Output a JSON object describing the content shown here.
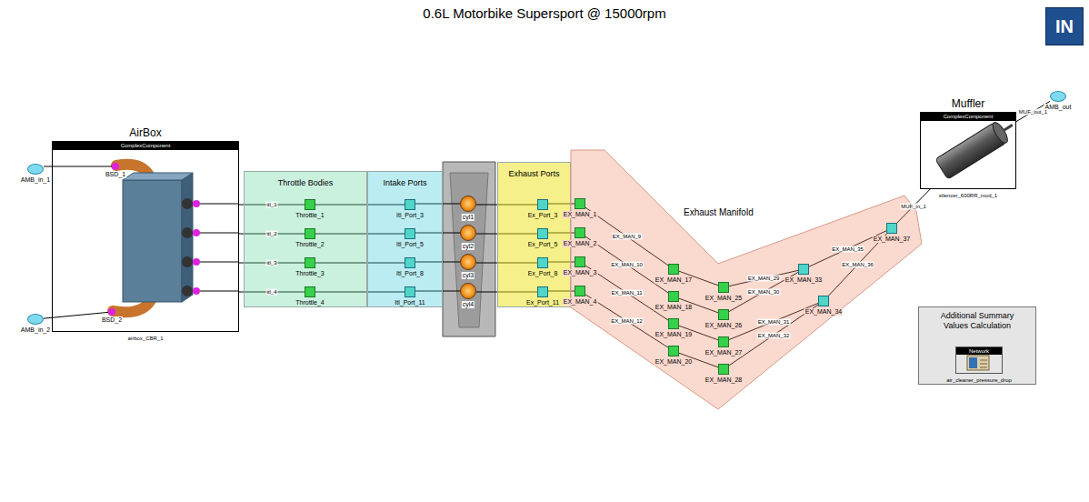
{
  "diagram": {
    "title": "0.6L Motorbike Supersport @ 15000rpm",
    "nodes": [
      {
        "text": [
          "AirBox",
          "ComplexComponent",
          "airbox_CBR_1"
        ]
      },
      {
        "text": [
          "AMB_in_1"
        ]
      },
      {
        "text": [
          "BSD_1"
        ],
        "in": 0
      },
      {
        "text": [
          "AMB_in_2"
        ]
      },
      {
        "text": [
          "BSD_2"
        ],
        "in": 0
      },
      {
        "text": [
          "Throttle Bodies"
        ]
      },
      {
        "text": [
          "Throttle_1"
        ],
        "in": 5
      },
      {
        "text": [
          "Throttle_2"
        ],
        "in": 5
      },
      {
        "text": [
          "Throttle_3"
        ],
        "in": 5
      },
      {
        "text": [
          "Throttle_4"
        ],
        "in": 5
      },
      {
        "text": [
          "Intake Ports"
        ]
      },
      {
        "text": [
          "Itl_Port_3"
        ],
        "in": 10
      },
      {
        "text": [
          "Itl_Port_5"
        ],
        "in": 10
      },
      {
        "text": [
          "Itl_Port_8"
        ],
        "in": 10
      },
      {
        "text": [
          "Itl_Port_11"
        ],
        "in": 10
      },
      {
        "text": [
          "cyl1"
        ]
      },
      {
        "text": [
          "cyl2"
        ]
      },
      {
        "text": [
          "cyl3"
        ]
      },
      {
        "text": [
          "cyl4"
        ]
      },
      {
        "text": [
          "Exhaust Ports"
        ]
      },
      {
        "text": [
          "Ex_Port_3"
        ],
        "in": 19
      },
      {
        "text": [
          "Ex_Port_5"
        ],
        "in": 19
      },
      {
        "text": [
          "Ex_Port_8"
        ],
        "in": 19
      },
      {
        "text": [
          "Ex_Port_11"
        ],
        "in": 19
      },
      {
        "text": [
          "Exhaust Manifold"
        ]
      },
      {
        "text": [
          "EX_MAN_1"
        ],
        "in": 24
      },
      {
        "text": [
          "EX_MAN_2"
        ],
        "in": 24
      },
      {
        "text": [
          "EX_MAN_3"
        ],
        "in": 24
      },
      {
        "text": [
          "EX_MAN_4"
        ],
        "in": 24
      },
      {
        "text": [
          "EX_MAN_17"
        ],
        "in": 24
      },
      {
        "text": [
          "EX_MAN_18"
        ],
        "in": 24
      },
      {
        "text": [
          "EX_MAN_19"
        ],
        "in": 24
      },
      {
        "text": [
          "EX_MAN_20"
        ],
        "in": 24
      },
      {
        "text": [
          "EX_MAN_25"
        ],
        "in": 24
      },
      {
        "text": [
          "EX_MAN_26"
        ],
        "in": 24
      },
      {
        "text": [
          "EX_MAN_27"
        ],
        "in": 24
      },
      {
        "text": [
          "EX_MAN_28"
        ],
        "in": 24
      },
      {
        "text": [
          "EX_MAN_33"
        ],
        "in": 24
      },
      {
        "text": [
          "EX_MAN_34"
        ],
        "in": 24
      },
      {
        "text": [
          "EX_MAN_37"
        ],
        "in": 24
      },
      {
        "text": [
          "Muffler",
          "ComplexComponent",
          "silencer_600RR_mod_1"
        ]
      },
      {
        "text": [
          "AMB_out"
        ]
      },
      {
        "text": [
          "Additional Summary Values Calculation"
        ]
      },
      {
        "text": [
          "Network",
          "air_cleaner_pressure_drop"
        ],
        "in": 42
      }
    ],
    "edges": [
      {
        "from": 1,
        "to": 2,
        "arrow": "none"
      },
      {
        "from": 3,
        "to": 4,
        "arrow": "none"
      },
      {
        "from": 0,
        "to": 6,
        "label": "itl_1",
        "arrow": "none"
      },
      {
        "from": 0,
        "to": 7,
        "label": "itl_2",
        "arrow": "none"
      },
      {
        "from": 0,
        "to": 8,
        "label": "itl_3",
        "arrow": "none"
      },
      {
        "from": 0,
        "to": 9,
        "label": "itl_4",
        "arrow": "none"
      },
      {
        "from": 6,
        "to": 11,
        "arrow": "none"
      },
      {
        "from": 7,
        "to": 12,
        "arrow": "none"
      },
      {
        "from": 8,
        "to": 13,
        "arrow": "none"
      },
      {
        "from": 9,
        "to": 14,
        "arrow": "none"
      },
      {
        "from": 11,
        "to": 15,
        "arrow": "none"
      },
      {
        "from": 12,
        "to": 16,
        "arrow": "none"
      },
      {
        "from": 13,
        "to": 17,
        "arrow": "none"
      },
      {
        "from": 14,
        "to": 18,
        "arrow": "none"
      },
      {
        "from": 15,
        "to": 20,
        "arrow": "none"
      },
      {
        "from": 16,
        "to": 21,
        "arrow": "none"
      },
      {
        "from": 17,
        "to": 22,
        "arrow": "none"
      },
      {
        "from": 18,
        "to": 23,
        "arrow": "none"
      },
      {
        "from": 20,
        "to": 25,
        "arrow": "none"
      },
      {
        "from": 21,
        "to": 26,
        "arrow": "none"
      },
      {
        "from": 22,
        "to": 27,
        "arrow": "none"
      },
      {
        "from": 23,
        "to": 28,
        "arrow": "none"
      },
      {
        "from": 25,
        "to": 29,
        "label": "EX_MAN_9",
        "arrow": "none"
      },
      {
        "from": 26,
        "to": 30,
        "label": "EX_MAN_10",
        "arrow": "none"
      },
      {
        "from": 27,
        "to": 31,
        "label": "EX_MAN_11",
        "arrow": "none"
      },
      {
        "from": 28,
        "to": 32,
        "label": "EX_MAN_12",
        "arrow": "none"
      },
      {
        "from": 29,
        "to": 33,
        "arrow": "none"
      },
      {
        "from": 30,
        "to": 34,
        "arrow": "none"
      },
      {
        "from": 31,
        "to": 35,
        "arrow": "none"
      },
      {
        "from": 32,
        "to": 36,
        "arrow": "none"
      },
      {
        "from": 33,
        "to": 37,
        "label": "EX_MAN_29",
        "arrow": "none"
      },
      {
        "from": 34,
        "to": 37,
        "label": "EX_MAN_30",
        "arrow": "none"
      },
      {
        "from": 35,
        "to": 38,
        "label": "EX_MAN_31",
        "arrow": "none"
      },
      {
        "from": 36,
        "to": 38,
        "label": "EX_MAN_32",
        "arrow": "none"
      },
      {
        "from": 37,
        "to": 39,
        "label": "EX_MAN_35",
        "arrow": "none"
      },
      {
        "from": 38,
        "to": 39,
        "label": "EX_MAN_36",
        "arrow": "none"
      },
      {
        "from": 39,
        "to": 40,
        "label": "MUF_in_1",
        "arrow": "none"
      },
      {
        "from": 40,
        "to": 41,
        "label": "MUF_out_1",
        "arrow": "none"
      }
    ],
    "labels": [
      "IN"
    ]
  }
}
